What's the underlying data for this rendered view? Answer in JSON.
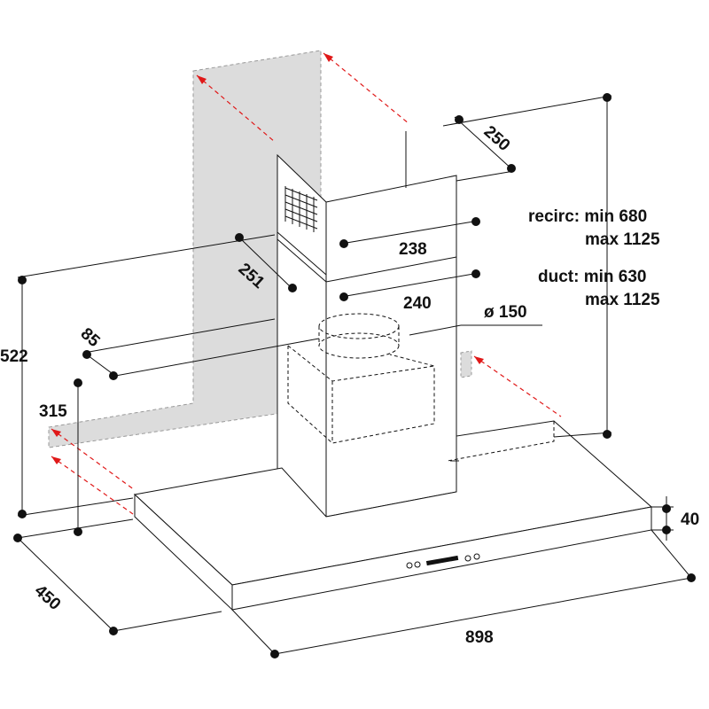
{
  "dimensions": {
    "chimney_depth": "250",
    "recirc_min": "recirc: min 680",
    "recirc_max": "max 1125",
    "duct_min": "duct: min 630",
    "duct_max": "max 1125",
    "upper_chimney_width": "238",
    "chimney_side": "251",
    "lower_chimney_width": "240",
    "outlet_diameter": "ø 150",
    "outlet_offset": "85",
    "total_height_min": "522",
    "bracket_height": "315",
    "canopy_thickness": "40",
    "canopy_depth": "450",
    "canopy_width": "898"
  },
  "colors": {
    "arrow": "#e01818",
    "wall": "#dcdcdc",
    "line": "#111111"
  }
}
